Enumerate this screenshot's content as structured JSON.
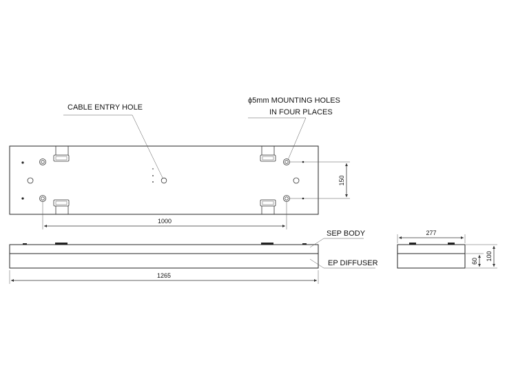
{
  "labels": {
    "cable_entry": "CABLE ENTRY HOLE",
    "mounting_line1": "ϕ5mm MOUNTING HOLES",
    "mounting_line2": "IN FOUR PLACES",
    "sep_body": "SEP BODY",
    "ep_diffuser": "EP DIFFUSER"
  },
  "dimensions": {
    "hole_spacing": "1000",
    "hole_vertical": "150",
    "overall_length": "1265",
    "width": "277",
    "diffuser_height": "60",
    "total_height": "100"
  }
}
